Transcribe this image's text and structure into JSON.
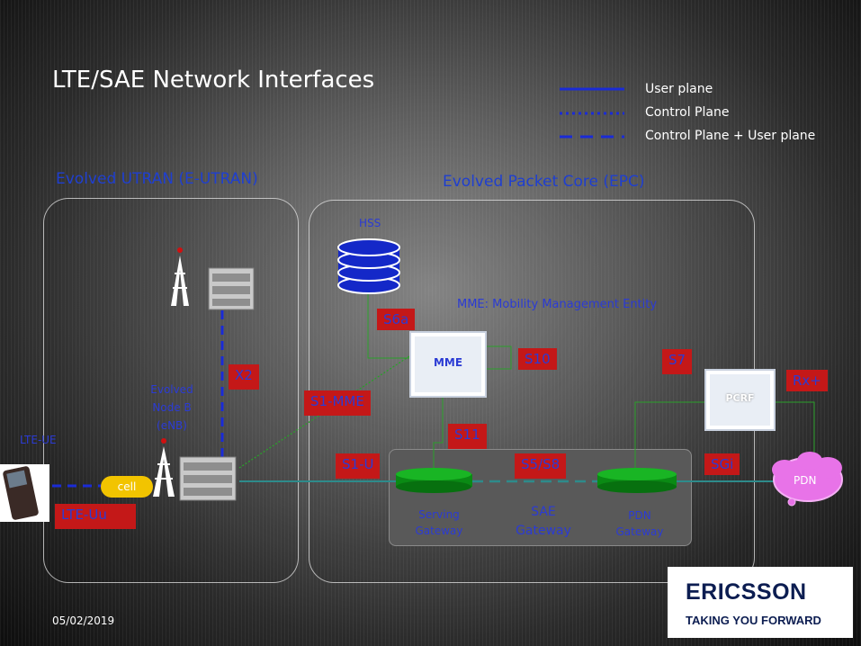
{
  "title": "LTE/SAE Network Interfaces",
  "legend": {
    "items": [
      {
        "label": "User plane",
        "style": "solid"
      },
      {
        "label": "Control Plane",
        "style": "dotted"
      },
      {
        "label": "Control Plane + User plane",
        "style": "dashed"
      }
    ]
  },
  "sections": {
    "eutran": "Evolved UTRAN (E-UTRAN)",
    "epc": "Evolved Packet Core (EPC)"
  },
  "nodes": {
    "hss": "HSS",
    "mme_desc": "MME: Mobility Management Entity",
    "mme": "MME",
    "pcrf": "PCRF",
    "enb": "Evolved Node B (eNB)",
    "ue": "LTE-UE",
    "cell": "cell",
    "pdn": "PDN",
    "serving_gw": "Serving Gateway",
    "sae_gw": "SAE Gateway",
    "pdn_gw": "PDN Gateway"
  },
  "interfaces": {
    "s6a": "S6a",
    "s10": "S10",
    "s7": "S7",
    "rx": "Rx+",
    "x2": "X2",
    "s1mme": "S1-MME",
    "s11": "S11",
    "s1u": "S1-U",
    "s5s8": "S5/S8",
    "sgi": "SGi",
    "lteuu": "LTE-Uu"
  },
  "footer": {
    "date": "05/02/2019",
    "brand": "ERICSSON",
    "tagline": "TAKING YOU FORWARD"
  },
  "colors": {
    "interface_bg": "#c41818",
    "label_blue": "#2b3bd4",
    "control_line": "#1a2bd6",
    "user_line": "#2e8b8b",
    "gateway_green": "#0a8a14"
  }
}
